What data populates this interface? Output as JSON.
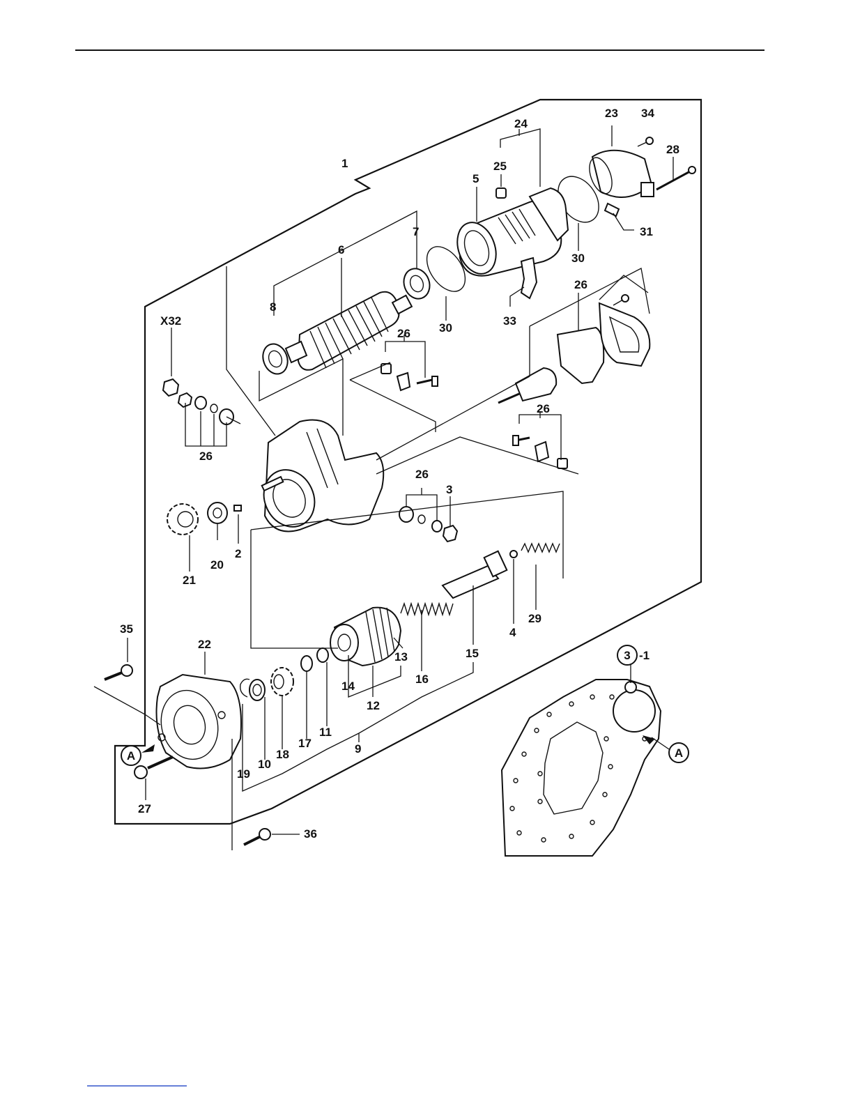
{
  "labels": {
    "l1": "1",
    "l2": "2",
    "l3": "3",
    "l4": "4",
    "l5": "5",
    "l6": "6",
    "l7": "7",
    "l8": "8",
    "l9": "9",
    "l10": "10",
    "l11": "11",
    "l12": "12",
    "l13": "13",
    "l14": "14",
    "l15": "15",
    "l16": "16",
    "l17": "17",
    "l18": "18",
    "l19": "19",
    "l20": "20",
    "l21": "21",
    "l22": "22",
    "l23": "23",
    "l24": "24",
    "l25": "25",
    "l26": "26",
    "l27": "27",
    "l28": "28",
    "l29": "29",
    "l30": "30",
    "l31": "31",
    "l33": "33",
    "l34": "34",
    "l35": "35",
    "l36": "36",
    "x32": "X32",
    "ref_circle": "3",
    "ref_suffix": "-1",
    "marker_a": "A"
  }
}
